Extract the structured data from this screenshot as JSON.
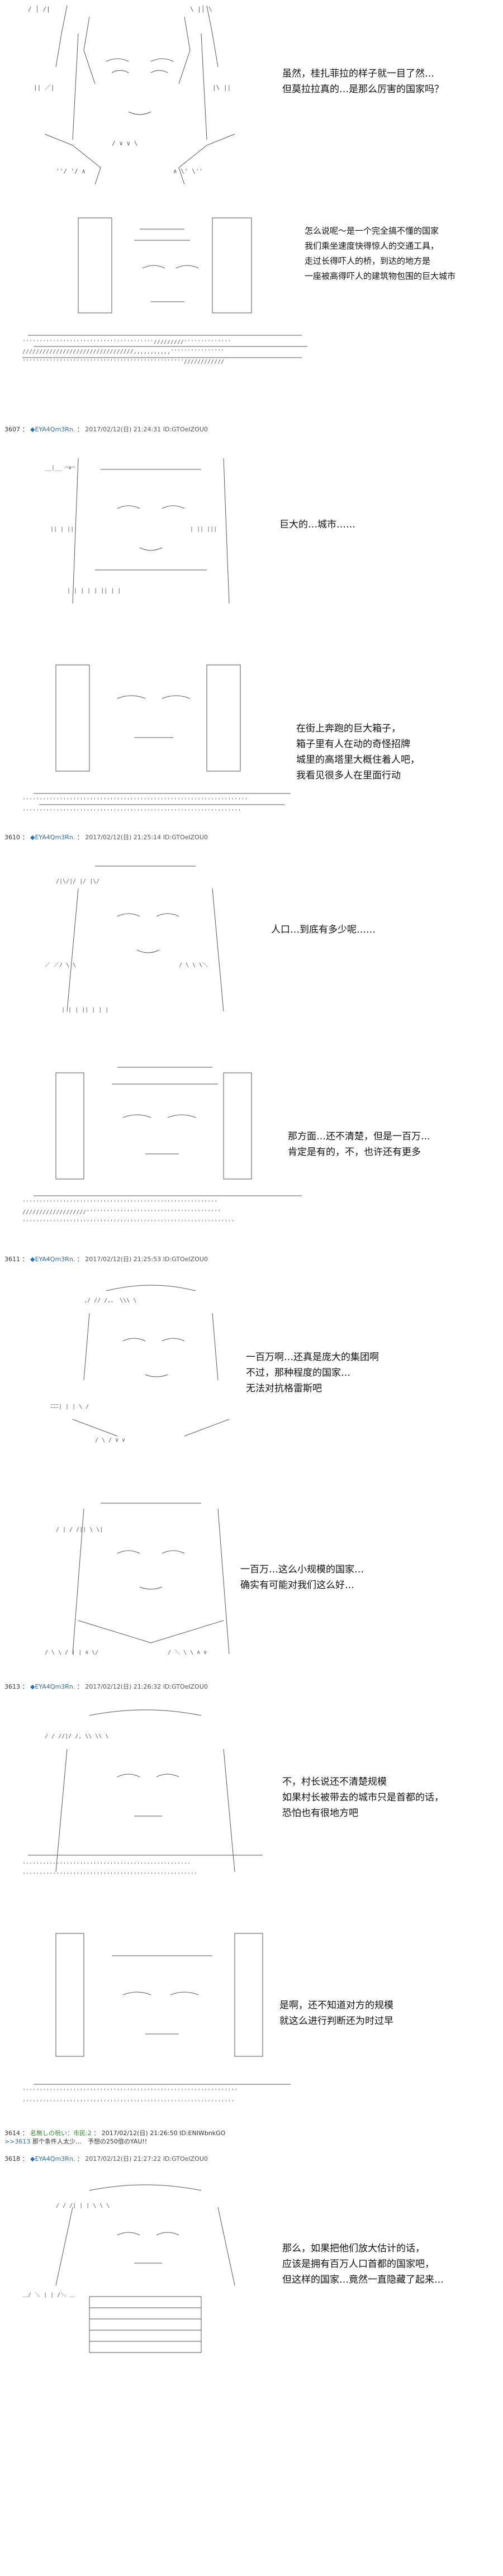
{
  "panels": [
    {
      "lines": [
        "虽然，桂扎菲拉的样子就一目了然…",
        "但莫拉拉真的…是那么厉害的国家吗？"
      ]
    },
    {
      "lines": [
        "怎么说呢～是一个完全搞不懂的国家",
        "我们乘坐速度快得惊人的交通工具，",
        "走过长得吓人的桥，到达的地方是",
        "一座被高得吓人的建筑物包围的巨大城市"
      ]
    },
    {
      "header": {
        "num": "3607",
        "name": "◆EYA4Qm3Rn.",
        "date": "2017/02/12(日) 21:24:31",
        "id": "ID:GTOeIZOU0"
      },
      "lines": [
        "巨大的…城市……"
      ]
    },
    {
      "lines": [
        "在街上奔跑的巨大箱子，",
        "箱子里有人在动的奇怪招牌",
        "城里的高塔里大概住着人吧，",
        "我看见很多人在里面行动"
      ]
    },
    {
      "header": {
        "num": "3610",
        "name": "◆EYA4Qm3Rn.",
        "date": "2017/02/12(日) 21:25:14",
        "id": "ID:GTOeIZOU0"
      },
      "lines": [
        "人口…到底有多少呢……"
      ]
    },
    {
      "lines": [
        "那方面…还不清楚，但是一百万…",
        "肯定是有的，不，也许还有更多"
      ]
    },
    {
      "header": {
        "num": "3611",
        "name": "◆EYA4Qm3Rn.",
        "date": "2017/02/12(日) 21:25:53",
        "id": "ID:GTOeIZOU0"
      },
      "lines": [
        "一百万啊…还真是庞大的集团啊",
        "不过，那种程度的国家…",
        "无法对抗格雷斯吧"
      ]
    },
    {
      "lines": [
        "一百万…这么小规模的国家…",
        "确实有可能对我们这么好…"
      ]
    },
    {
      "header": {
        "num": "3613",
        "name": "◆EYA4Qm3Rn.",
        "date": "2017/02/12(日) 21:26:32",
        "id": "ID:GTOeIZOU0"
      },
      "lines": [
        "不，村长说还不清楚规模",
        "如果村长被带去的城市只是首都的话，",
        "恐怕也有很地方吧"
      ]
    },
    {
      "lines": [
        "是啊，还不知道对方的规模",
        "就这么进行判断还为时过早"
      ]
    },
    {
      "lines": [
        "那么，如果把他们放大估计的话，",
        "应该是拥有百万人口首都的国家吧，",
        "但这样的国家…竟然一直隐藏了起来…"
      ]
    }
  ],
  "reply": {
    "num": "3614",
    "name": "名無しの呪い：市民:2",
    "date": "2017/02/12(日) 21:26:50",
    "id": "ID:ENIWbnkGO",
    "quote": ">>3613",
    "text": "那个条件人太少…　予想の250倍のYAU!!"
  },
  "last_header": {
    "num": "3618",
    "name": "◆EYA4Qm3Rn.",
    "date": "2017/02/12(日) 21:27:22",
    "id": "ID:GTOeIZOU0"
  },
  "colors": {
    "trip": "#2b6fb3",
    "reply_name": "#2e8b2e",
    "text": "#111111",
    "art": "#555555"
  }
}
